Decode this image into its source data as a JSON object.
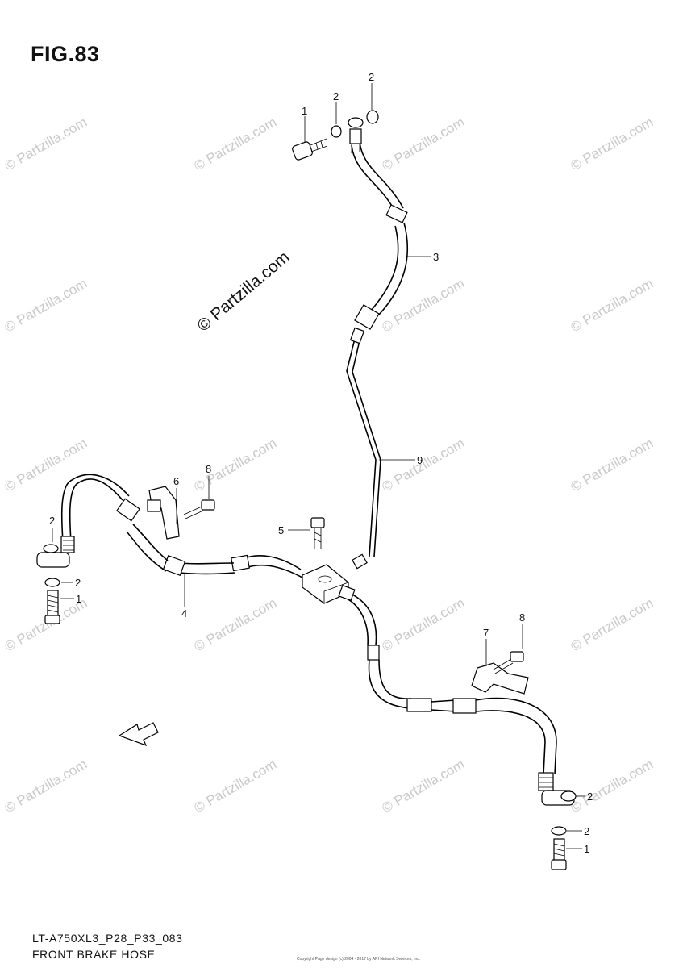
{
  "figure": {
    "title": "FIG.83",
    "code": "LT-A750XL3_P28_P33_083",
    "caption": "FRONT BRAKE HOSE",
    "copyright": "Copyright\nPage design (c) 2004 - 2017 by ARI Network Services, Inc."
  },
  "watermark": {
    "text": "© Partzilla.com"
  },
  "fwd_arrow": {
    "label": "FWD"
  },
  "callouts": [
    {
      "id": "c1a",
      "label": "1"
    },
    {
      "id": "c2a",
      "label": "2"
    },
    {
      "id": "c2b",
      "label": "2"
    },
    {
      "id": "c3",
      "label": "3"
    },
    {
      "id": "c9",
      "label": "9"
    },
    {
      "id": "c8a",
      "label": "8"
    },
    {
      "id": "c6",
      "label": "6"
    },
    {
      "id": "c5",
      "label": "5"
    },
    {
      "id": "c2c",
      "label": "2"
    },
    {
      "id": "c2d",
      "label": "2"
    },
    {
      "id": "c1b",
      "label": "1"
    },
    {
      "id": "c4",
      "label": "4"
    },
    {
      "id": "c8b",
      "label": "8"
    },
    {
      "id": "c7",
      "label": "7"
    },
    {
      "id": "c2e",
      "label": "2"
    },
    {
      "id": "c2f",
      "label": "2"
    },
    {
      "id": "c1c",
      "label": "1"
    }
  ]
}
